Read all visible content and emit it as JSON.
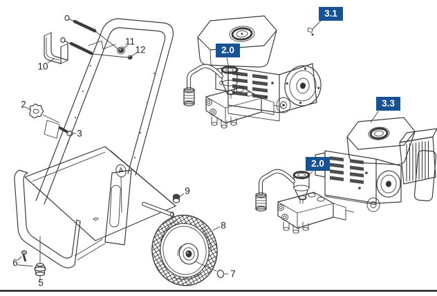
{
  "diagram": {
    "kind": "pressure-washer exploded parts diagram",
    "callouts": {
      "n2": "2",
      "n3": "3",
      "n5": "5",
      "n6": "6",
      "n7": "7",
      "n8": "8",
      "n9": "9",
      "n10": "10",
      "n11": "11",
      "n12": "12"
    },
    "view_label": "A",
    "assembly_refs": {
      "pump_top": "2.0",
      "engine_top": "3.1",
      "engine_bottom": "3.3",
      "pump_bottom": "2.0"
    },
    "colors": {
      "line_art": "#3a3a3a",
      "ref_box_bg": "#175393",
      "ref_box_text": "#ffffff",
      "callout_text": "#232323",
      "bottom_rule": "#1a1a1a",
      "background": "#ffffff"
    }
  }
}
